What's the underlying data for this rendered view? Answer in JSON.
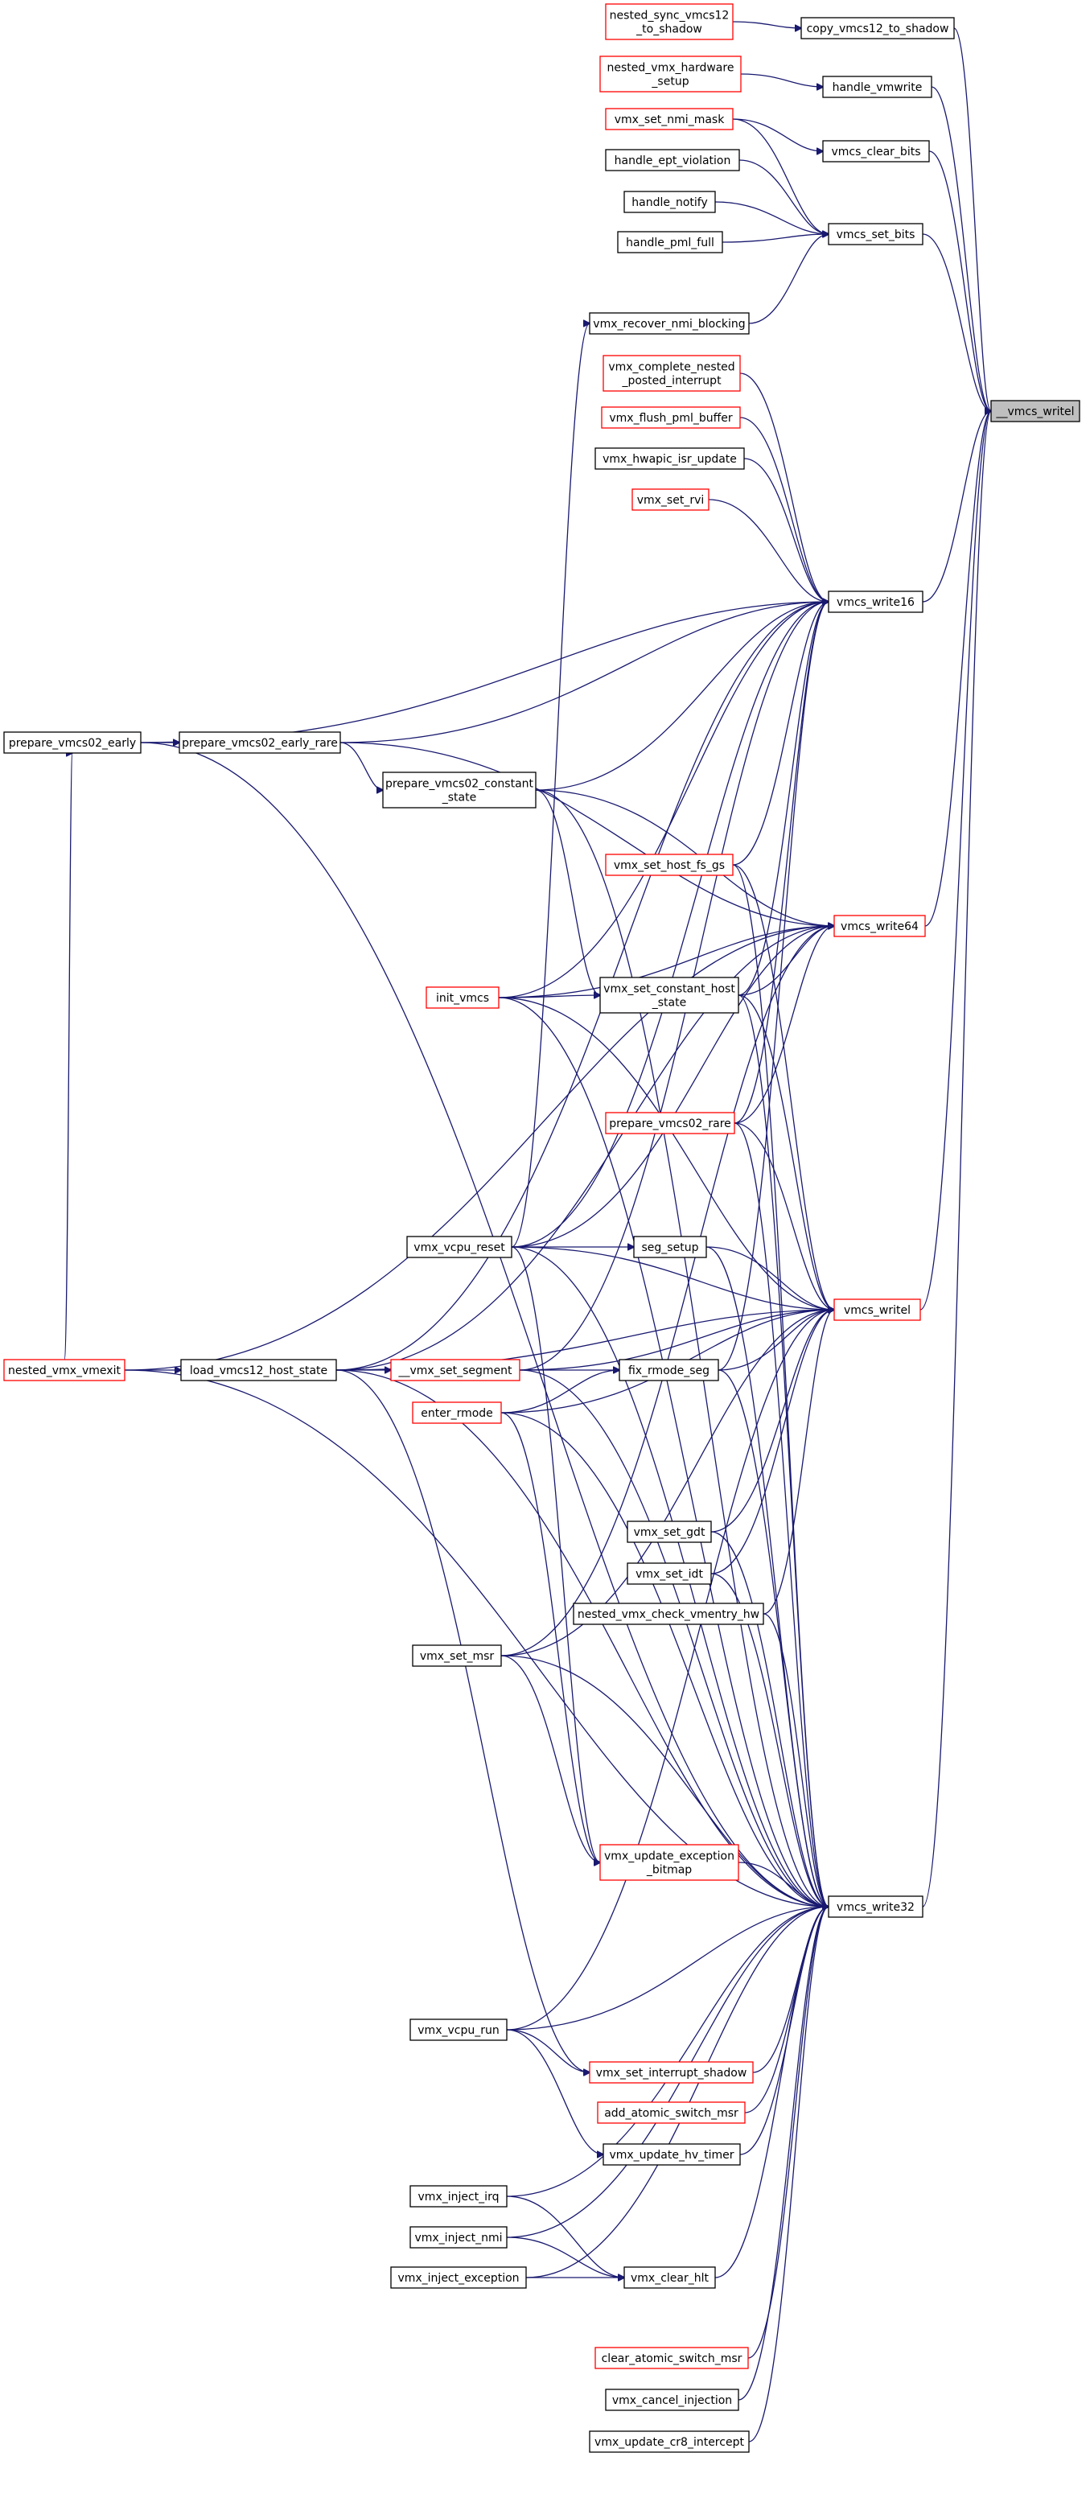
{
  "diagram": {
    "title": "",
    "colors": {
      "edge": "#191970",
      "border_linked": "#000000",
      "border_truncated": "#ff0000",
      "root_fill": "#bfbfbf"
    },
    "nodes": [
      {
        "id": "__vmcs_writel",
        "lines": [
          "__vmcs_writel"
        ],
        "style": "root"
      },
      {
        "id": "copy_vmcs12_to_shadow",
        "lines": [
          "copy_vmcs12_to_shadow"
        ],
        "style": "black"
      },
      {
        "id": "nested_sync_vmcs12_to_shadow",
        "lines": [
          "nested_sync_vmcs12",
          "_to_shadow"
        ],
        "style": "red"
      },
      {
        "id": "handle_vmwrite",
        "lines": [
          "handle_vmwrite"
        ],
        "style": "black"
      },
      {
        "id": "nested_vmx_hardware_setup",
        "lines": [
          "nested_vmx_hardware",
          "_setup"
        ],
        "style": "red"
      },
      {
        "id": "vmcs_clear_bits",
        "lines": [
          "vmcs_clear_bits"
        ],
        "style": "black"
      },
      {
        "id": "vmx_set_nmi_mask",
        "lines": [
          "vmx_set_nmi_mask"
        ],
        "style": "red"
      },
      {
        "id": "vmcs_set_bits",
        "lines": [
          "vmcs_set_bits"
        ],
        "style": "black"
      },
      {
        "id": "handle_ept_violation",
        "lines": [
          "handle_ept_violation"
        ],
        "style": "black"
      },
      {
        "id": "handle_notify",
        "lines": [
          "handle_notify"
        ],
        "style": "black"
      },
      {
        "id": "handle_pml_full",
        "lines": [
          "handle_pml_full"
        ],
        "style": "black"
      },
      {
        "id": "vmx_recover_nmi_blocking",
        "lines": [
          "vmx_recover_nmi_blocking"
        ],
        "style": "black"
      },
      {
        "id": "vmx_complete_nested_posted_interrupt",
        "lines": [
          "vmx_complete_nested",
          "_posted_interrupt"
        ],
        "style": "red"
      },
      {
        "id": "vmx_flush_pml_buffer",
        "lines": [
          "vmx_flush_pml_buffer"
        ],
        "style": "red"
      },
      {
        "id": "vmx_hwapic_isr_update",
        "lines": [
          "vmx_hwapic_isr_update"
        ],
        "style": "black"
      },
      {
        "id": "vmx_set_rvi",
        "lines": [
          "vmx_set_rvi"
        ],
        "style": "red"
      },
      {
        "id": "vmcs_write16",
        "lines": [
          "vmcs_write16"
        ],
        "style": "black"
      },
      {
        "id": "prepare_vmcs02_early",
        "lines": [
          "prepare_vmcs02_early"
        ],
        "style": "black"
      },
      {
        "id": "prepare_vmcs02_early_rare",
        "lines": [
          "prepare_vmcs02_early_rare"
        ],
        "style": "black"
      },
      {
        "id": "prepare_vmcs02_constant_state",
        "lines": [
          "prepare_vmcs02_constant",
          "_state"
        ],
        "style": "black"
      },
      {
        "id": "vmx_set_host_fs_gs",
        "lines": [
          "vmx_set_host_fs_gs"
        ],
        "style": "red"
      },
      {
        "id": "vmcs_write64",
        "lines": [
          "vmcs_write64"
        ],
        "style": "red"
      },
      {
        "id": "init_vmcs",
        "lines": [
          "init_vmcs"
        ],
        "style": "red"
      },
      {
        "id": "vmx_set_constant_host_state",
        "lines": [
          "vmx_set_constant_host",
          "_state"
        ],
        "style": "black"
      },
      {
        "id": "prepare_vmcs02_rare",
        "lines": [
          "prepare_vmcs02_rare"
        ],
        "style": "red"
      },
      {
        "id": "vmx_vcpu_reset",
        "lines": [
          "vmx_vcpu_reset"
        ],
        "style": "black"
      },
      {
        "id": "seg_setup",
        "lines": [
          "seg_setup"
        ],
        "style": "black"
      },
      {
        "id": "vmcs_writel",
        "lines": [
          "vmcs_writel"
        ],
        "style": "red"
      },
      {
        "id": "nested_vmx_vmexit",
        "lines": [
          "nested_vmx_vmexit"
        ],
        "style": "red"
      },
      {
        "id": "load_vmcs12_host_state",
        "lines": [
          "load_vmcs12_host_state"
        ],
        "style": "black"
      },
      {
        "id": "__vmx_set_segment",
        "lines": [
          "__vmx_set_segment"
        ],
        "style": "red"
      },
      {
        "id": "fix_rmode_seg",
        "lines": [
          "fix_rmode_seg"
        ],
        "style": "black"
      },
      {
        "id": "enter_rmode",
        "lines": [
          "enter_rmode"
        ],
        "style": "red"
      },
      {
        "id": "vmx_set_gdt",
        "lines": [
          "vmx_set_gdt"
        ],
        "style": "black"
      },
      {
        "id": "vmx_set_idt",
        "lines": [
          "vmx_set_idt"
        ],
        "style": "black"
      },
      {
        "id": "nested_vmx_check_vmentry_hw",
        "lines": [
          "nested_vmx_check_vmentry_hw"
        ],
        "style": "black"
      },
      {
        "id": "vmx_set_msr",
        "lines": [
          "vmx_set_msr"
        ],
        "style": "black"
      },
      {
        "id": "vmx_update_exception_bitmap",
        "lines": [
          "vmx_update_exception",
          "_bitmap"
        ],
        "style": "red"
      },
      {
        "id": "vmcs_write32",
        "lines": [
          "vmcs_write32"
        ],
        "style": "black"
      },
      {
        "id": "vmx_vcpu_run",
        "lines": [
          "vmx_vcpu_run"
        ],
        "style": "black"
      },
      {
        "id": "vmx_set_interrupt_shadow",
        "lines": [
          "vmx_set_interrupt_shadow"
        ],
        "style": "red"
      },
      {
        "id": "add_atomic_switch_msr",
        "lines": [
          "add_atomic_switch_msr"
        ],
        "style": "red"
      },
      {
        "id": "vmx_update_hv_timer",
        "lines": [
          "vmx_update_hv_timer"
        ],
        "style": "black"
      },
      {
        "id": "vmx_inject_irq",
        "lines": [
          "vmx_inject_irq"
        ],
        "style": "black"
      },
      {
        "id": "vmx_inject_nmi",
        "lines": [
          "vmx_inject_nmi"
        ],
        "style": "black"
      },
      {
        "id": "vmx_inject_exception",
        "lines": [
          "vmx_inject_exception"
        ],
        "style": "black"
      },
      {
        "id": "vmx_clear_hlt",
        "lines": [
          "vmx_clear_hlt"
        ],
        "style": "black"
      },
      {
        "id": "clear_atomic_switch_msr",
        "lines": [
          "clear_atomic_switch_msr"
        ],
        "style": "red"
      },
      {
        "id": "vmx_cancel_injection",
        "lines": [
          "vmx_cancel_injection"
        ],
        "style": "black"
      },
      {
        "id": "vmx_update_cr8_intercept",
        "lines": [
          "vmx_update_cr8_intercept"
        ],
        "style": "black"
      }
    ],
    "edges": [
      [
        "nested_sync_vmcs12_to_shadow",
        "copy_vmcs12_to_shadow"
      ],
      [
        "copy_vmcs12_to_shadow",
        "__vmcs_writel"
      ],
      [
        "nested_vmx_hardware_setup",
        "handle_vmwrite"
      ],
      [
        "handle_vmwrite",
        "__vmcs_writel"
      ],
      [
        "vmx_set_nmi_mask",
        "vmcs_clear_bits"
      ],
      [
        "vmcs_clear_bits",
        "__vmcs_writel"
      ],
      [
        "vmx_set_nmi_mask",
        "vmcs_set_bits"
      ],
      [
        "handle_ept_violation",
        "vmcs_set_bits"
      ],
      [
        "handle_notify",
        "vmcs_set_bits"
      ],
      [
        "handle_pml_full",
        "vmcs_set_bits"
      ],
      [
        "vmx_recover_nmi_blocking",
        "vmcs_set_bits"
      ],
      [
        "vmcs_set_bits",
        "__vmcs_writel"
      ],
      [
        "vmcs_write16",
        "__vmcs_writel"
      ],
      [
        "vmcs_write64",
        "__vmcs_writel"
      ],
      [
        "vmcs_writel",
        "__vmcs_writel"
      ],
      [
        "vmcs_write32",
        "__vmcs_writel"
      ],
      [
        "vmx_complete_nested_posted_interrupt",
        "vmcs_write16"
      ],
      [
        "vmx_flush_pml_buffer",
        "vmcs_write16"
      ],
      [
        "vmx_hwapic_isr_update",
        "vmcs_write16"
      ],
      [
        "vmx_set_rvi",
        "vmcs_write16"
      ],
      [
        "prepare_vmcs02_early",
        "vmcs_write16"
      ],
      [
        "prepare_vmcs02_early_rare",
        "vmcs_write16"
      ],
      [
        "prepare_vmcs02_constant_state",
        "vmcs_write16"
      ],
      [
        "vmx_set_host_fs_gs",
        "vmcs_write16"
      ],
      [
        "init_vmcs",
        "vmcs_write16"
      ],
      [
        "vmx_set_constant_host_state",
        "vmcs_write16"
      ],
      [
        "prepare_vmcs02_rare",
        "vmcs_write16"
      ],
      [
        "vmx_vcpu_reset",
        "vmcs_write16"
      ],
      [
        "load_vmcs12_host_state",
        "vmcs_write16"
      ],
      [
        "__vmx_set_segment",
        "vmcs_write16"
      ],
      [
        "fix_rmode_seg",
        "vmcs_write16"
      ],
      [
        "prepare_vmcs02_early",
        "prepare_vmcs02_early_rare"
      ],
      [
        "prepare_vmcs02_early_rare",
        "prepare_vmcs02_constant_state"
      ],
      [
        "prepare_vmcs02_constant_state",
        "vmx_set_constant_host_state"
      ],
      [
        "nested_vmx_vmexit",
        "prepare_vmcs02_early"
      ],
      [
        "nested_vmx_vmexit",
        "load_vmcs12_host_state"
      ],
      [
        "load_vmcs12_host_state",
        "__vmx_set_segment"
      ],
      [
        "vmx_vcpu_reset",
        "vmx_recover_nmi_blocking"
      ],
      [
        "init_vmcs",
        "vmx_set_constant_host_state"
      ],
      [
        "prepare_vmcs02_early_rare",
        "vmcs_write64"
      ],
      [
        "prepare_vmcs02_constant_state",
        "vmcs_write64"
      ],
      [
        "init_vmcs",
        "vmcs_write64"
      ],
      [
        "vmx_set_constant_host_state",
        "vmcs_write64"
      ],
      [
        "prepare_vmcs02_rare",
        "vmcs_write64"
      ],
      [
        "vmx_vcpu_reset",
        "vmcs_write64"
      ],
      [
        "nested_vmx_vmexit",
        "vmcs_write64"
      ],
      [
        "load_vmcs12_host_state",
        "vmcs_write64"
      ],
      [
        "vmx_set_msr",
        "vmcs_write64"
      ],
      [
        "vmx_set_host_fs_gs",
        "vmcs_writel"
      ],
      [
        "init_vmcs",
        "vmcs_writel"
      ],
      [
        "vmx_set_constant_host_state",
        "vmcs_writel"
      ],
      [
        "prepare_vmcs02_rare",
        "vmcs_writel"
      ],
      [
        "vmx_vcpu_reset",
        "vmcs_writel"
      ],
      [
        "seg_setup",
        "vmcs_writel"
      ],
      [
        "load_vmcs12_host_state",
        "vmcs_writel"
      ],
      [
        "__vmx_set_segment",
        "vmcs_writel"
      ],
      [
        "fix_rmode_seg",
        "vmcs_writel"
      ],
      [
        "enter_rmode",
        "vmcs_writel"
      ],
      [
        "vmx_set_gdt",
        "vmcs_writel"
      ],
      [
        "vmx_set_idt",
        "vmcs_writel"
      ],
      [
        "nested_vmx_check_vmentry_hw",
        "vmcs_writel"
      ],
      [
        "vmx_set_msr",
        "vmcs_writel"
      ],
      [
        "vmx_vcpu_run",
        "vmcs_writel"
      ],
      [
        "vmx_vcpu_reset",
        "seg_setup"
      ],
      [
        "enter_rmode",
        "fix_rmode_seg"
      ],
      [
        "__vmx_set_segment",
        "fix_rmode_seg"
      ],
      [
        "prepare_vmcs02_early",
        "vmcs_write32"
      ],
      [
        "prepare_vmcs02_constant_state",
        "vmcs_write32"
      ],
      [
        "vmx_set_host_fs_gs",
        "vmcs_write32"
      ],
      [
        "init_vmcs",
        "vmcs_write32"
      ],
      [
        "vmx_set_constant_host_state",
        "vmcs_write32"
      ],
      [
        "prepare_vmcs02_rare",
        "vmcs_write32"
      ],
      [
        "vmx_vcpu_reset",
        "vmcs_write32"
      ],
      [
        "seg_setup",
        "vmcs_write32"
      ],
      [
        "nested_vmx_vmexit",
        "vmcs_write32"
      ],
      [
        "load_vmcs12_host_state",
        "vmcs_write32"
      ],
      [
        "__vmx_set_segment",
        "vmcs_write32"
      ],
      [
        "fix_rmode_seg",
        "vmcs_write32"
      ],
      [
        "enter_rmode",
        "vmcs_write32"
      ],
      [
        "vmx_set_gdt",
        "vmcs_write32"
      ],
      [
        "vmx_set_idt",
        "vmcs_write32"
      ],
      [
        "nested_vmx_check_vmentry_hw",
        "vmcs_write32"
      ],
      [
        "vmx_set_msr",
        "vmcs_write32"
      ],
      [
        "vmx_update_exception_bitmap",
        "vmcs_write32"
      ],
      [
        "vmx_vcpu_run",
        "vmcs_write32"
      ],
      [
        "vmx_set_interrupt_shadow",
        "vmcs_write32"
      ],
      [
        "add_atomic_switch_msr",
        "vmcs_write32"
      ],
      [
        "vmx_update_hv_timer",
        "vmcs_write32"
      ],
      [
        "vmx_inject_irq",
        "vmcs_write32"
      ],
      [
        "vmx_inject_nmi",
        "vmcs_write32"
      ],
      [
        "vmx_inject_exception",
        "vmcs_write32"
      ],
      [
        "vmx_clear_hlt",
        "vmcs_write32"
      ],
      [
        "clear_atomic_switch_msr",
        "vmcs_write32"
      ],
      [
        "vmx_cancel_injection",
        "vmcs_write32"
      ],
      [
        "vmx_update_cr8_intercept",
        "vmcs_write32"
      ],
      [
        "vmx_set_msr",
        "vmx_update_exception_bitmap"
      ],
      [
        "enter_rmode",
        "vmx_update_exception_bitmap"
      ],
      [
        "vmx_vcpu_reset",
        "vmx_update_exception_bitmap"
      ],
      [
        "load_vmcs12_host_state",
        "vmx_set_interrupt_shadow"
      ],
      [
        "vmx_vcpu_run",
        "vmx_set_interrupt_shadow"
      ],
      [
        "vmx_vcpu_run",
        "vmx_update_hv_timer"
      ],
      [
        "vmx_inject_irq",
        "vmx_clear_hlt"
      ],
      [
        "vmx_inject_nmi",
        "vmx_clear_hlt"
      ],
      [
        "vmx_inject_exception",
        "vmx_clear_hlt"
      ]
    ]
  }
}
